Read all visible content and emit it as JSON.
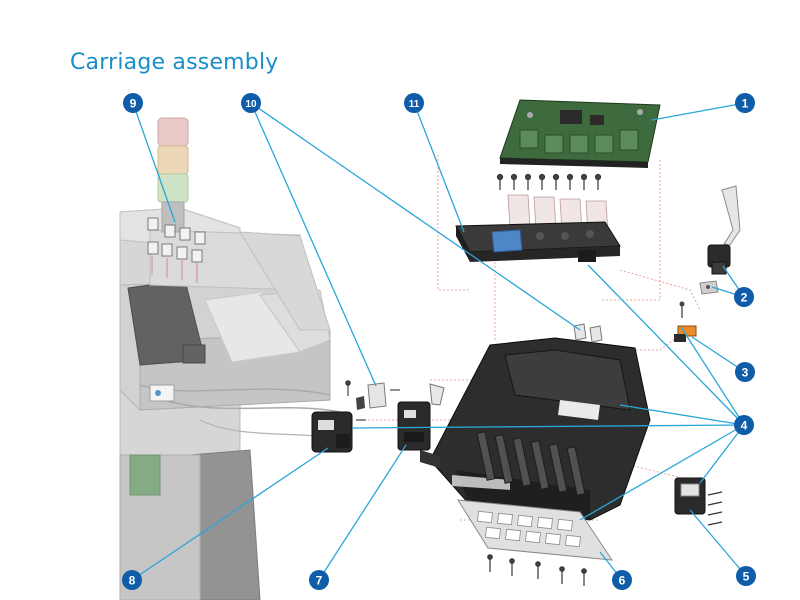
{
  "title": "Carriage assembly",
  "callouts": [
    {
      "id": "1",
      "number": "1"
    },
    {
      "id": "2",
      "number": "2"
    },
    {
      "id": "3",
      "number": "3"
    },
    {
      "id": "4",
      "number": "4"
    },
    {
      "id": "5",
      "number": "5"
    },
    {
      "id": "6",
      "number": "6"
    },
    {
      "id": "7",
      "number": "7"
    },
    {
      "id": "8",
      "number": "8"
    },
    {
      "id": "9",
      "number": "9"
    },
    {
      "id": "10",
      "number": "10"
    },
    {
      "id": "11",
      "number": "11"
    }
  ],
  "colors": {
    "accent": "#1a8ec8",
    "leader": "#2aa6d8",
    "bubble": "#0f5da8",
    "part_dark": "#2a2a2a",
    "ghost": "#c9c9c9",
    "pcb": "#3d6b3d",
    "guide_red": "#e07070"
  }
}
